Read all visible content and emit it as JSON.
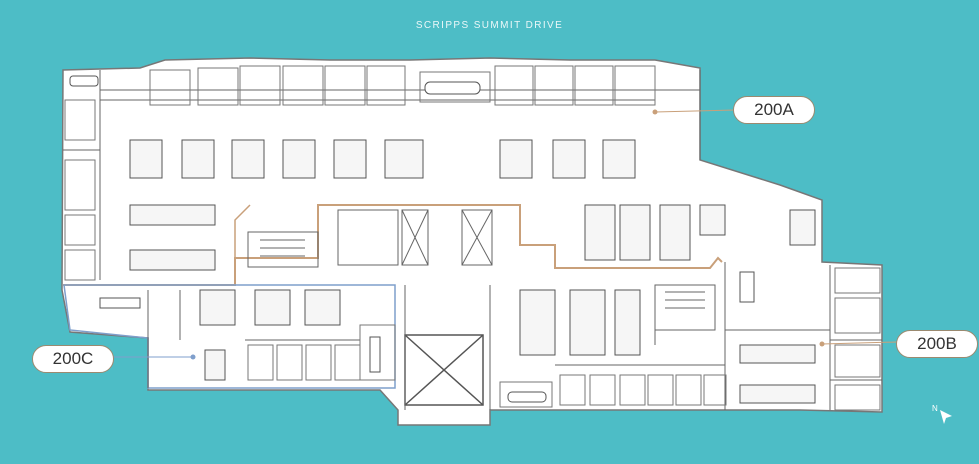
{
  "street_label": "SCRIPPS SUMMIT DRIVE",
  "suites": [
    {
      "id": "200A",
      "label": "200A",
      "color": "#c9a07a"
    },
    {
      "id": "200B",
      "label": "200B",
      "color": "#c9a07a"
    },
    {
      "id": "200C",
      "label": "200C",
      "color": "#7f9fcc"
    }
  ],
  "north_label": "N",
  "colors": {
    "background": "#4dbdc6",
    "floor": "#ffffff",
    "walls": "#555555",
    "suite_a_outline": "#c9a07a",
    "suite_c_outline": "#7f9fcc"
  }
}
